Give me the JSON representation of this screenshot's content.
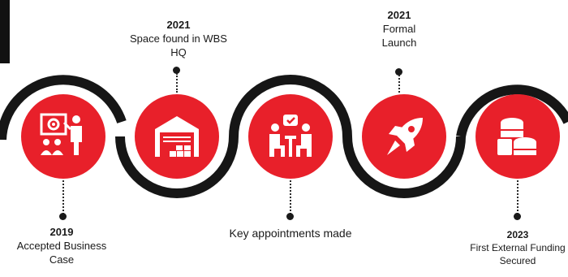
{
  "colors": {
    "accent": "#e8202a",
    "ring": "#161616",
    "dots": "#1a1a1a"
  },
  "milestones": [
    {
      "year": "2019",
      "text": "Accepted Business Case",
      "icon": "presentation-icon"
    },
    {
      "year": "2021",
      "text": "Space found in WBS HQ",
      "icon": "warehouse-icon"
    },
    {
      "year": "",
      "text": "Key appointments made",
      "icon": "meeting-icon"
    },
    {
      "year": "2021",
      "text": "Formal Launch",
      "icon": "rocket-icon"
    },
    {
      "year": "2023",
      "text": "First External Funding Secured",
      "icon": "coins-icon"
    }
  ]
}
